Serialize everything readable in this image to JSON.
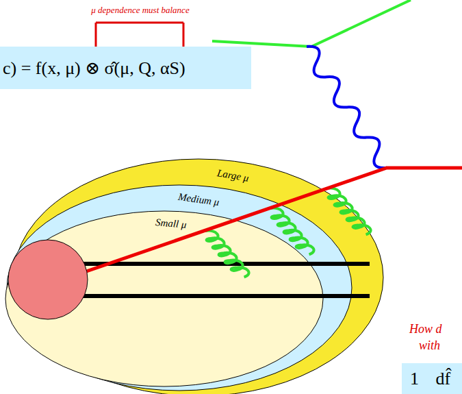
{
  "diagram": {
    "nodes": [
      {
        "text": [
          "c) = f(x, μ) ⊗ σ̂(μ, Q, αS)"
        ]
      },
      {
        "text": [
          "1 df̂"
        ]
      }
    ],
    "labels": [
      "μ dependence must balance",
      "Large μ",
      "Medium μ",
      "Small μ",
      "How d",
      "with"
    ]
  }
}
